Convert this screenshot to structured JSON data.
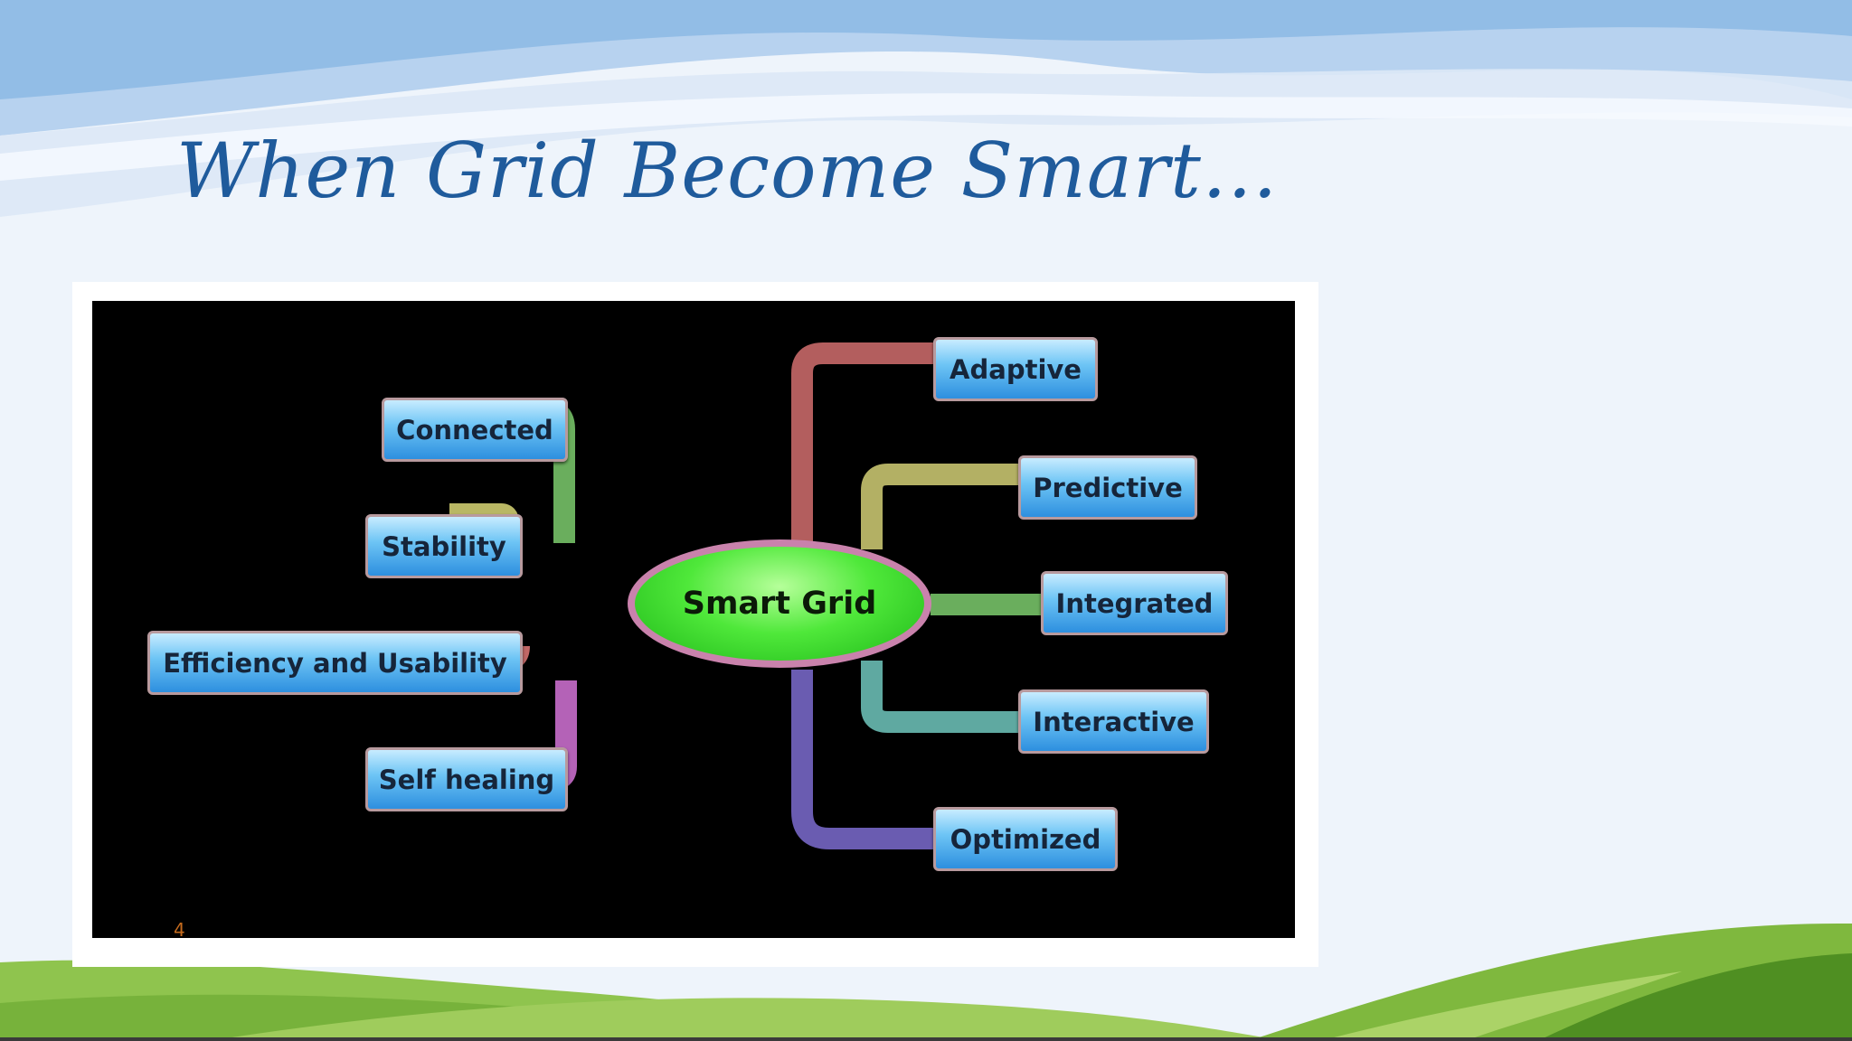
{
  "slide": {
    "title": "When Grid Become Smart…",
    "page_number": "4"
  },
  "colors": {
    "title": "#1f5b9c",
    "diagram_background": "#000000",
    "center_fill": "#3fe030",
    "center_border": "#c982ac",
    "node_fill": "#5bb8f0",
    "sky_wave": "#a9c9ec",
    "grass": "#6fae2c"
  },
  "mindmap": {
    "center": {
      "label": "Smart Grid"
    },
    "nodes": [
      {
        "label": "Connected",
        "side": "left",
        "branch_color": "#6aae5d"
      },
      {
        "label": "Stability",
        "side": "left",
        "branch_color": "#b9b764"
      },
      {
        "label": "Efficiency and Usability",
        "side": "left",
        "branch_color": "#c16766"
      },
      {
        "label": "Self healing",
        "side": "left",
        "branch_color": "#b462b7"
      },
      {
        "label": "Adaptive",
        "side": "right",
        "branch_color": "#b35e5e"
      },
      {
        "label": "Predictive",
        "side": "right",
        "branch_color": "#b3b064"
      },
      {
        "label": "Integrated",
        "side": "right",
        "branch_color": "#6aae5d"
      },
      {
        "label": "Interactive",
        "side": "right",
        "branch_color": "#5fa9a1"
      },
      {
        "label": "Optimized",
        "side": "right",
        "branch_color": "#6a5cb1"
      }
    ]
  }
}
